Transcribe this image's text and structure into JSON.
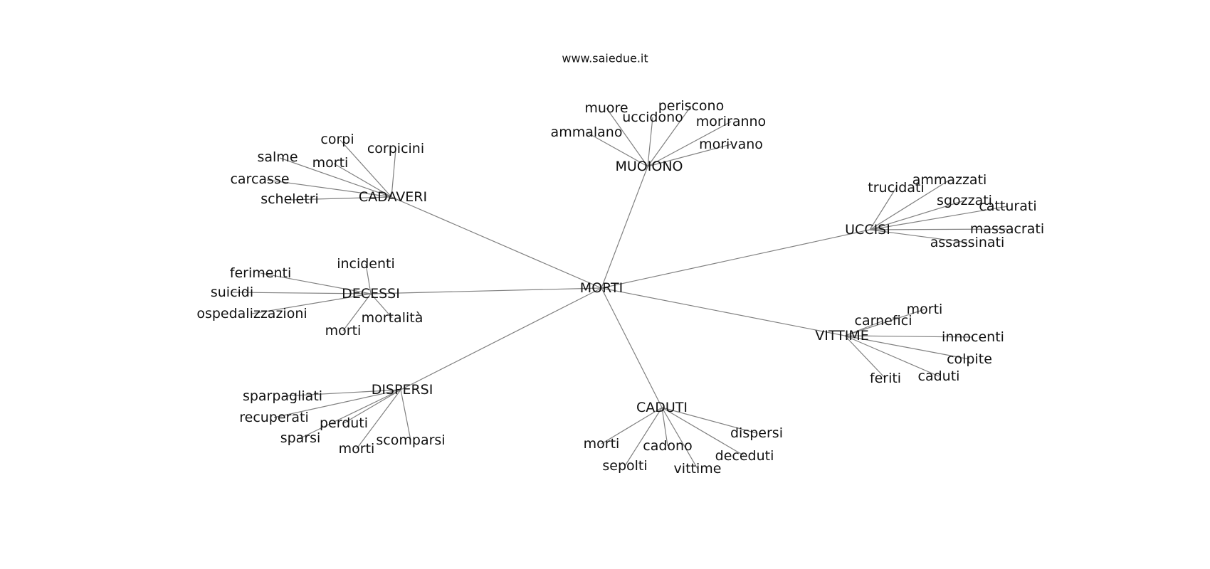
{
  "watermark": "www.saiedue.it",
  "center": "MORTI",
  "clusters": [
    {
      "hub": "CADAVERI",
      "leaves": [
        "corpi",
        "corpicini",
        "salme",
        "morti",
        "carcasse",
        "scheletri"
      ]
    },
    {
      "hub": "MUOIONO",
      "leaves": [
        "muore",
        "periscono",
        "uccidono",
        "moriranno",
        "ammalano",
        "morivano"
      ]
    },
    {
      "hub": "UCCISI",
      "leaves": [
        "trucidati",
        "ammazzati",
        "sgozzati",
        "catturati",
        "massacrati",
        "assassinati"
      ]
    },
    {
      "hub": "DECESSI",
      "leaves": [
        "incidenti",
        "ferimenti",
        "suicidi",
        "ospedalizzazioni",
        "mortalità",
        "morti"
      ]
    },
    {
      "hub": "VITTIME",
      "leaves": [
        "morti",
        "carnefici",
        "innocenti",
        "colpite",
        "caduti",
        "feriti"
      ]
    },
    {
      "hub": "DISPERSI",
      "leaves": [
        "sparpagliati",
        "recuperati",
        "perduti",
        "sparsi",
        "morti",
        "scomparsi"
      ]
    },
    {
      "hub": "CADUTI",
      "leaves": [
        "dispersi",
        "morti",
        "cadono",
        "deceduti",
        "sepolti",
        "vittime"
      ]
    }
  ]
}
